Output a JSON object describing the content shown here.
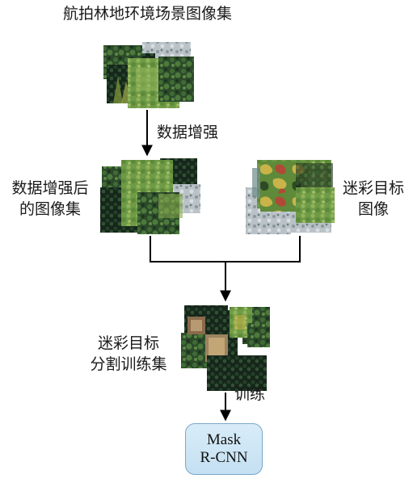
{
  "title": "航拍林地环境场景图像集",
  "step_augment": "数据增强",
  "augmented_set": [
    "数据增强后",
    "的图像集"
  ],
  "camo_images": [
    "迷彩目标",
    "图像"
  ],
  "camo_train_set": [
    "迷彩目标",
    "分割训练集"
  ],
  "step_train": "训练",
  "model": [
    "Mask",
    "R-CNN"
  ],
  "colors": {
    "arrow": "#000000",
    "box_fill": "#cfe6f5",
    "box_border": "#7aa7c9",
    "forest_dark": "#1f3a22",
    "forest_mid": "#3f6b35",
    "forest_light": "#86a84e",
    "camo_green": "#5f8a3a",
    "camo_yellow": "#c9b44a",
    "camo_red": "#b04a36"
  }
}
